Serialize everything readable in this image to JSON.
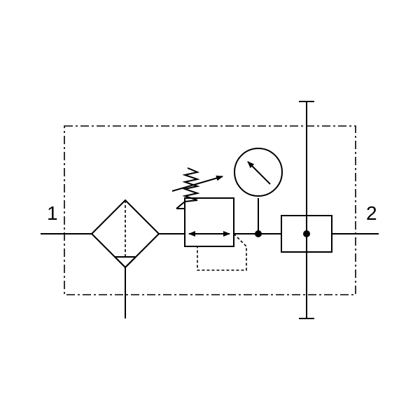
{
  "diagram": {
    "ports": {
      "inlet_label": "1",
      "outlet_label": "2"
    },
    "components": [
      {
        "id": "filter",
        "kind": "filter with manual drain"
      },
      {
        "id": "regulator",
        "kind": "pressure regulator with adjustable spring"
      },
      {
        "id": "gauge",
        "kind": "pressure gauge"
      },
      {
        "id": "manifold",
        "kind": "distribution block with crossing line"
      }
    ],
    "colors": {
      "line": "#000000",
      "background": "#ffffff"
    }
  }
}
